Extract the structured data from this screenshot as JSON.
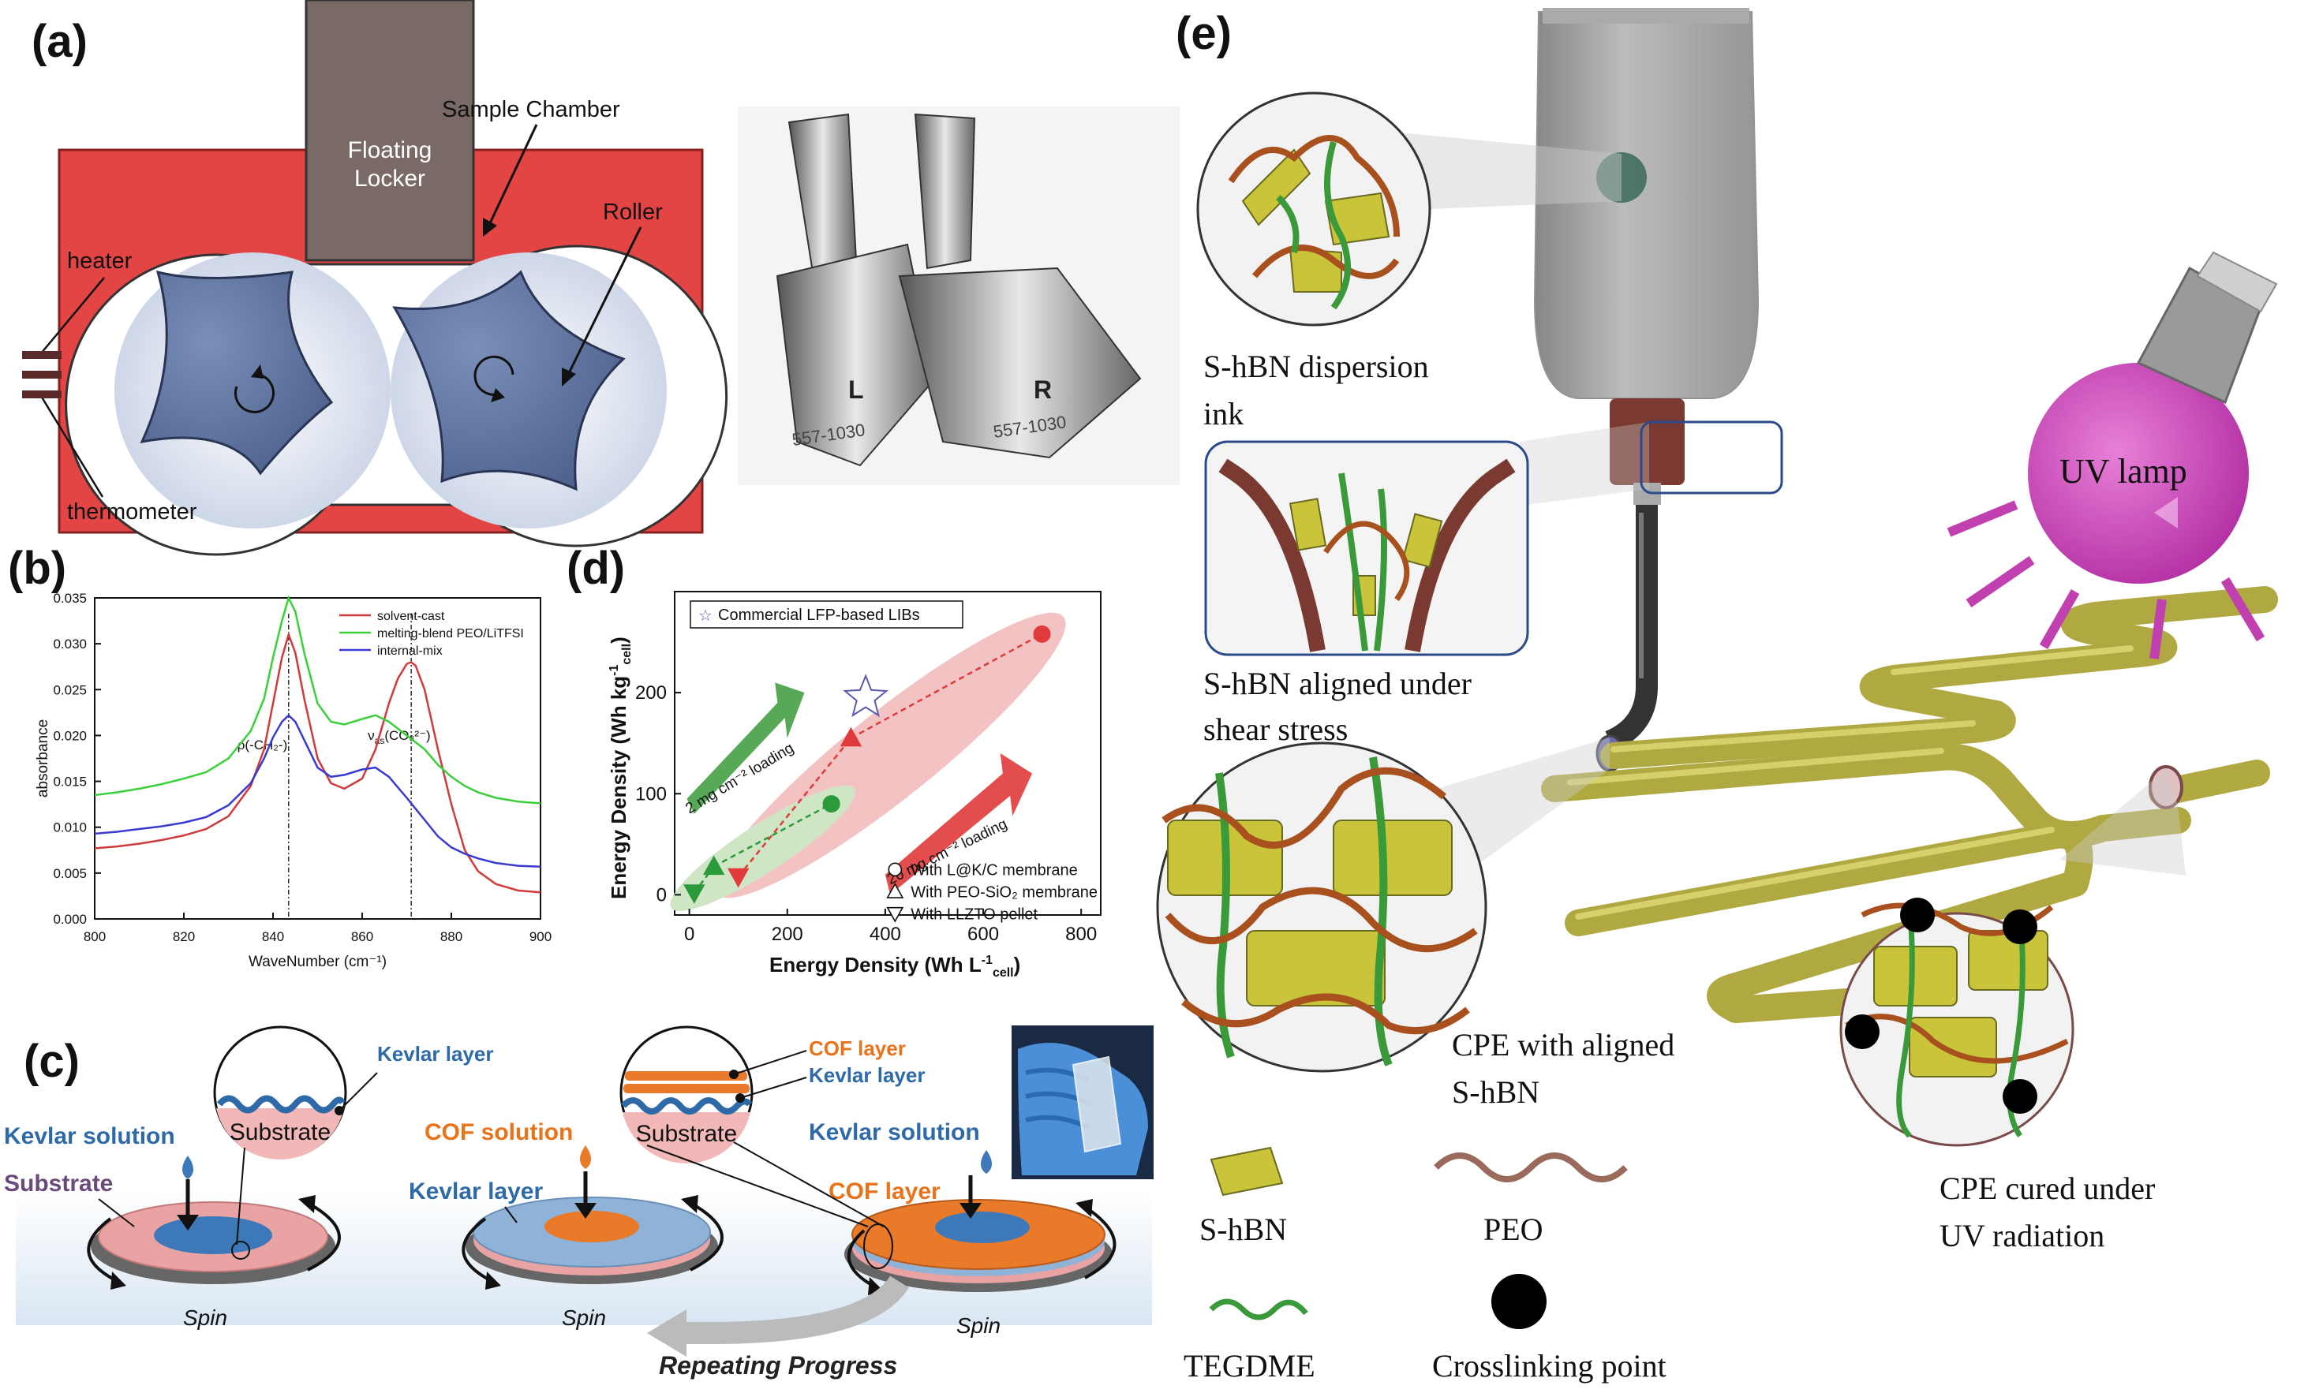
{
  "panels": {
    "a": {
      "letter": "(a)",
      "labels": {
        "floating": "Floating",
        "locker": "Locker",
        "sample_chamber": "Sample Chamber",
        "roller": "Roller",
        "heater": "heater",
        "thermometer": "thermometer"
      },
      "rotor_marks": {
        "left": "L",
        "right": "R",
        "code": "557-1030"
      }
    },
    "b": {
      "letter": "(b)"
    },
    "c": {
      "letter": "(c)",
      "labels": {
        "kevlar_solution_1": "Kevlar solution",
        "substrate_label": "Substrate",
        "inset1_kevlar": "Kevlar layer",
        "inset1_substrate": "Substrate",
        "spin_1": "Spin",
        "cof_solution": "COF solution",
        "kevlar_layer_2": "Kevlar layer",
        "spin_2": "Spin",
        "inset2_cof": "COF layer",
        "inset2_kevlar": "Kevlar layer",
        "inset2_substrate": "Substrate",
        "kevlar_solution_3": "Kevlar solution",
        "cof_layer_3": "COF layer",
        "spin_3": "Spin",
        "repeating": "Repeating Progress"
      }
    },
    "d": {
      "letter": "(d)"
    },
    "e": {
      "letter": "(e)",
      "labels": {
        "dispersion_1": "S-hBN dispersion",
        "dispersion_2": "ink",
        "aligned_1": "S-hBN aligned under",
        "aligned_2": "shear stress",
        "cpe_aligned_1": "CPE with aligned",
        "cpe_aligned_2": "S-hBN",
        "uv_lamp": "UV lamp",
        "cured_1": "CPE cured under",
        "cured_2": "UV radiation"
      },
      "legend": [
        {
          "key": "shbn",
          "label": "S-hBN",
          "color": "#c9c43a"
        },
        {
          "key": "peo",
          "label": "PEO",
          "color": "#9a6a5c"
        },
        {
          "key": "tegdme",
          "label": "TEGDME",
          "color": "#3a9a3a"
        },
        {
          "key": "crosslink",
          "label": "Crosslinking point",
          "color": "#000000"
        }
      ]
    }
  },
  "chart_data": [
    {
      "type": "line",
      "panel": "b",
      "xlabel": "WaveNumber (cm⁻¹)",
      "ylabel": "absorbance",
      "xlim": [
        800,
        900
      ],
      "ylim": [
        0.0,
        0.035
      ],
      "x_ticks": [
        800,
        820,
        840,
        860,
        880,
        900
      ],
      "y_ticks": [
        0.0,
        0.005,
        0.01,
        0.015,
        0.02,
        0.025,
        0.03,
        0.035
      ],
      "series": [
        {
          "name": "solvent-cast",
          "color": "#d03a3a",
          "x": [
            800,
            805,
            810,
            815,
            820,
            825,
            830,
            835,
            838,
            840,
            842,
            843.5,
            845,
            847,
            850,
            853,
            856,
            860,
            863,
            866,
            868,
            870,
            871,
            872,
            874,
            877,
            880,
            883,
            886,
            890,
            895,
            900
          ],
          "y": [
            0.0077,
            0.0079,
            0.0082,
            0.0086,
            0.0091,
            0.0098,
            0.0112,
            0.0145,
            0.0185,
            0.0235,
            0.0285,
            0.031,
            0.029,
            0.024,
            0.0175,
            0.0148,
            0.0142,
            0.0153,
            0.0185,
            0.0235,
            0.0262,
            0.0278,
            0.028,
            0.0276,
            0.025,
            0.0185,
            0.0125,
            0.0075,
            0.0052,
            0.0038,
            0.0031,
            0.0029
          ]
        },
        {
          "name": "melting-blend PEO/LiTFSI",
          "color": "#3ad03a",
          "x": [
            800,
            805,
            810,
            815,
            820,
            825,
            830,
            835,
            838,
            840,
            842,
            843.5,
            845,
            847,
            850,
            853,
            856,
            860,
            863,
            866,
            870,
            874,
            877,
            880,
            883,
            886,
            890,
            895,
            900
          ],
          "y": [
            0.0135,
            0.0138,
            0.0142,
            0.0147,
            0.0153,
            0.016,
            0.0175,
            0.0205,
            0.024,
            0.0285,
            0.0325,
            0.035,
            0.0335,
            0.029,
            0.0235,
            0.0215,
            0.0212,
            0.0218,
            0.0222,
            0.0215,
            0.02,
            0.0185,
            0.0168,
            0.0155,
            0.0145,
            0.0138,
            0.0132,
            0.0128,
            0.0126
          ]
        },
        {
          "name": "internal-mix",
          "color": "#3a3ad0",
          "x": [
            800,
            805,
            810,
            815,
            820,
            825,
            830,
            835,
            838,
            840,
            842,
            843.5,
            845,
            847,
            850,
            853,
            856,
            860,
            863,
            866,
            870,
            874,
            877,
            880,
            883,
            886,
            890,
            895,
            900
          ],
          "y": [
            0.0093,
            0.0095,
            0.0098,
            0.0101,
            0.0105,
            0.0111,
            0.0124,
            0.0148,
            0.0175,
            0.0198,
            0.0215,
            0.0222,
            0.0215,
            0.0195,
            0.0165,
            0.0155,
            0.0157,
            0.0163,
            0.0165,
            0.0155,
            0.0132,
            0.0108,
            0.009,
            0.0078,
            0.0071,
            0.0066,
            0.0061,
            0.0058,
            0.0057
          ]
        }
      ],
      "annotations": [
        {
          "text": "ρ(-CH₂-)",
          "x": 843.5
        },
        {
          "text": "ν",
          "sub": "as",
          "rest": "(CO₃²⁻)",
          "x": 871
        }
      ],
      "legend_position": "top-right"
    },
    {
      "type": "scatter",
      "panel": "d",
      "xlabel": "Energy Density (Wh L",
      "xlabel_sup": "-1",
      "xlabel_sub": "cell",
      "xlabel_end": ")",
      "ylabel": "Energy Density (Wh kg",
      "ylabel_sup": "-1",
      "ylabel_sub": "cell",
      "ylabel_end": ")",
      "xlim": [
        -30,
        840
      ],
      "ylim": [
        -20,
        300
      ],
      "x_ticks": [
        0,
        200,
        400,
        600,
        800
      ],
      "y_ticks": [
        0,
        100,
        200
      ],
      "legend_box": "Commercial LFP-based LIBs",
      "legend": [
        {
          "symbol": "circle",
          "label": "With L@K/C membrane"
        },
        {
          "symbol": "triangle-up",
          "label": "With PEO-SiO₂ membrane"
        },
        {
          "symbol": "triangle-down",
          "label": "With LLZTO pellet"
        }
      ],
      "groups": [
        {
          "name": "2 mg cm⁻² loading",
          "color": "#2a9a3a",
          "points": [
            {
              "x": 10,
              "y": 2,
              "symbol": "triangle-down"
            },
            {
              "x": 50,
              "y": 28,
              "symbol": "triangle-up"
            },
            {
              "x": 290,
              "y": 90,
              "symbol": "circle"
            }
          ]
        },
        {
          "name": "20 mg cm⁻² loading",
          "color": "#e03a3a",
          "points": [
            {
              "x": 100,
              "y": 18,
              "symbol": "triangle-down"
            },
            {
              "x": 330,
              "y": 155,
              "symbol": "triangle-up"
            },
            {
              "x": 720,
              "y": 258,
              "symbol": "circle"
            }
          ]
        }
      ],
      "commercial": {
        "x": 360,
        "y": 195,
        "symbol": "star"
      }
    }
  ]
}
